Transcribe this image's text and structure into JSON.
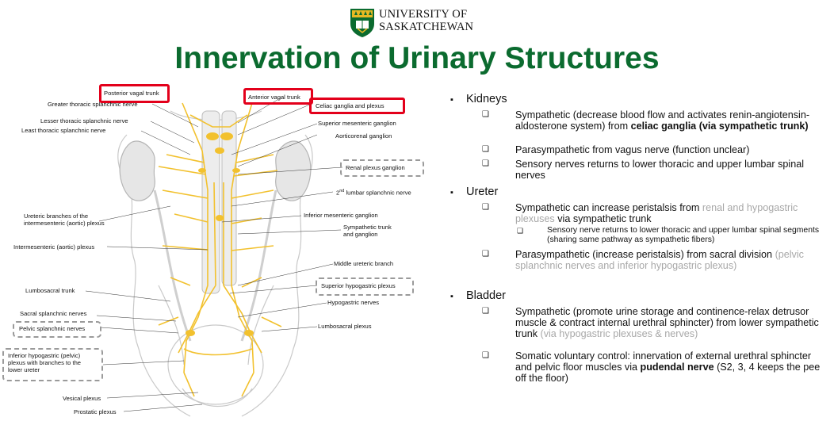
{
  "header": {
    "university_line1": "University of",
    "university_line2": "Saskatchewan",
    "title": "Innervation of Urinary Structures"
  },
  "figure": {
    "labels": {
      "posterior_vagal_trunk": "Posterior vagal trunk",
      "greater_thoracic": "Greater thoracic splanchnic nerve",
      "lesser_thoracic": "Lesser thoracic splanchnic nerve",
      "least_thoracic": "Least thoracic splanchnic nerve",
      "anterior_vagal_trunk": "Anterior vagal trunk",
      "celiac_ganglia": "Celiac ganglia and plexus",
      "superior_mesenteric": "Superior mesenteric ganglion",
      "aorticorenal": "Aorticorenal ganglion",
      "renal_plexus": "Renal plexus ganglion",
      "second_lumbar_pre": "2",
      "second_lumbar_sup": "nd",
      "second_lumbar_post": " lumbar splanchnic nerve",
      "ureteric_branches_1": "Ureteric branches of the",
      "ureteric_branches_2": "intermesenteric (aortic) plexus",
      "inferior_mesenteric": "Inferior mesenteric ganglion",
      "sympathetic_trunk_1": "Sympathetic trunk",
      "sympathetic_trunk_2": "and ganglion",
      "intermesenteric": "Intermesenteric (aortic) plexus",
      "middle_ureteric": "Middle ureteric branch",
      "lumbosacral_trunk": "Lumbosacral trunk",
      "superior_hypogastric": "Superior hypogastric plexus",
      "hypogastric_nerves": "Hypogastric nerves",
      "sacral_splanchnic": "Sacral splanchnic nerves",
      "pelvic_splanchnic": "Pelvic splanchnic nerves",
      "lumbosacral_plexus": "Lumbosacral plexus",
      "inferior_hypogastric_1": "Inferior hypogastric (pelvic)",
      "inferior_hypogastric_2": "plexus with branches to the",
      "inferior_hypogastric_3": "lower ureter",
      "vesical_plexus": "Vesical plexus",
      "prostatic_plexus": "Prostatic plexus"
    }
  },
  "sections": {
    "kidneys": {
      "heading": "Kidneys",
      "item1_a": "Sympathetic (decrease blood flow and activates renin-angiotensin-aldosterone system) from ",
      "item1_b": "celiac ganglia (via sympathetic trunk)",
      "item2": "Parasympathetic from vagus nerve (function unclear)",
      "item3": "Sensory nerves returns to lower thoracic and upper lumbar spinal nerves"
    },
    "ureter": {
      "heading": "Ureter",
      "item1_a": "Sympathetic can increase peristalsis from ",
      "item1_b": "renal and hypogastric plexuses",
      "item1_c": " via sympathetic trunk",
      "item1_sub": "Sensory nerve returns to lower thoracic and upper lumbar spinal segments (sharing same pathway as sympathetic fibers)",
      "item2_a": "Parasympathetic (increase peristalsis) from sacral division ",
      "item2_b": "(pelvic splanchnic nerves and inferior hypogastric plexus)"
    },
    "bladder": {
      "heading": "Bladder",
      "item1_a": "Sympathetic (promote urine storage and continence-relax detrusor muscle & contract internal urethral sphincter) from lower sympathetic trunk ",
      "item1_b": "(via hypogastric plexuses & nerves)",
      "item2_a": "Somatic voluntary control: innervation of external urethral sphincter and pelvic floor muscles via ",
      "item2_b": "pudendal nerve",
      "item2_c": " (S2, 3, 4 keeps the pee off the floor)"
    }
  },
  "bullet_markers": {
    "main": "▪",
    "sub": "❑"
  },
  "colors": {
    "title_green": "#0b6b2f",
    "highlight_red": "#e3001b",
    "nerve_yellow": "#f2c12e"
  }
}
